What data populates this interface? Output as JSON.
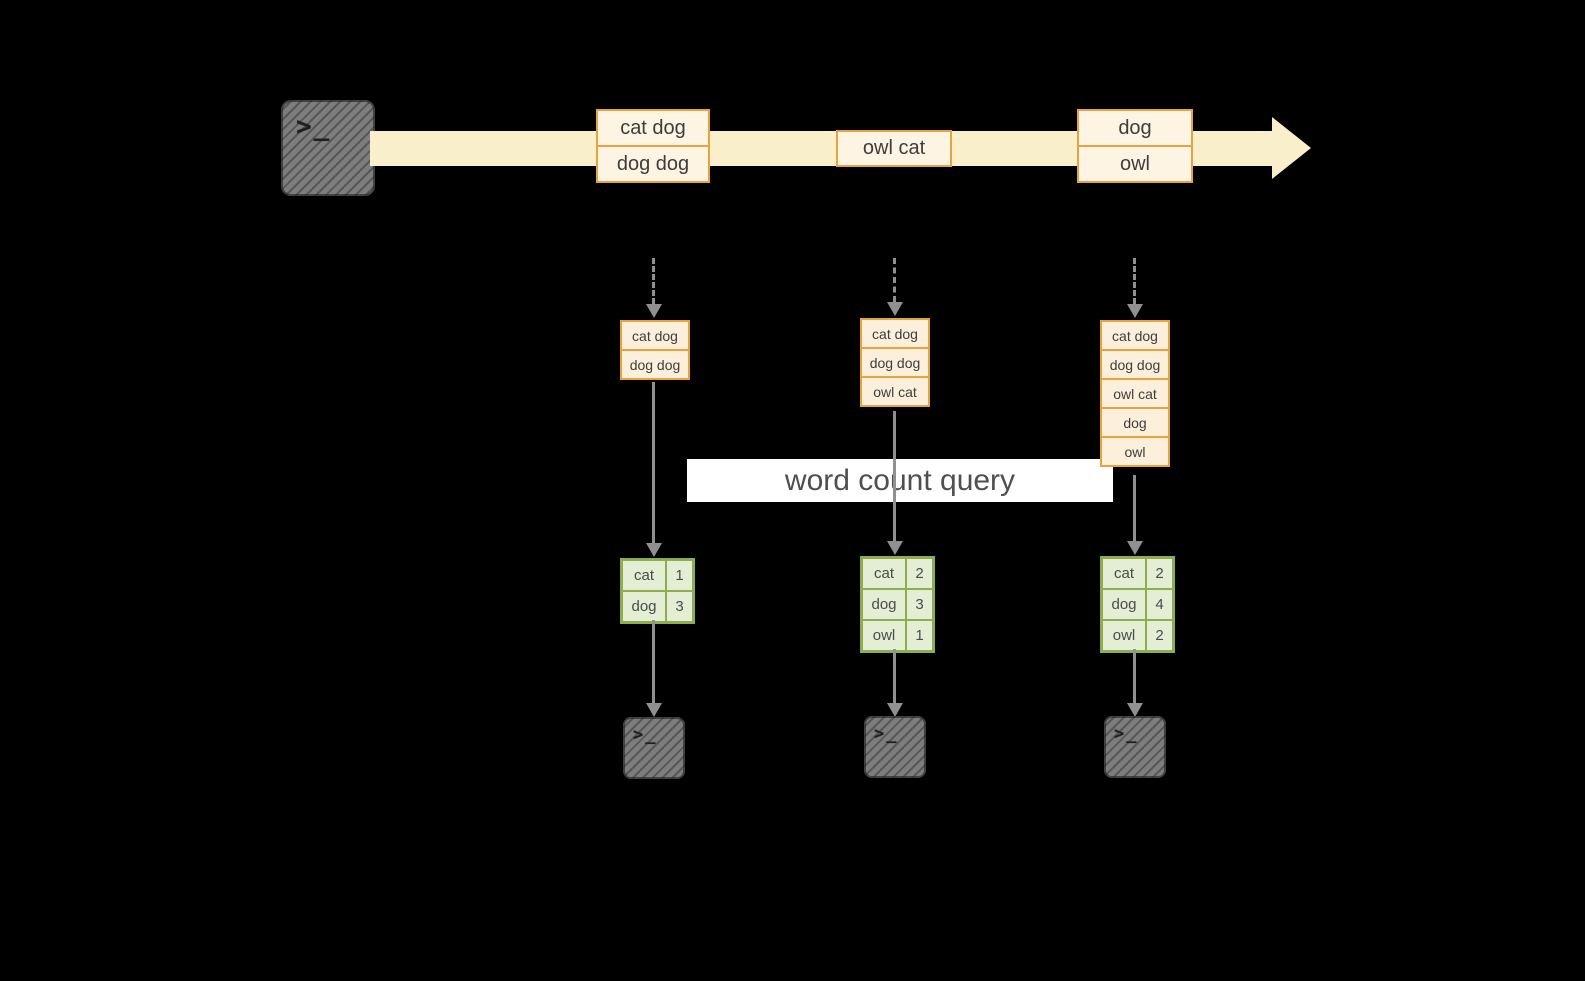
{
  "banner": {
    "label": "word count query"
  },
  "icons": {
    "terminal_prompt": ">_"
  },
  "stream": {
    "events": [
      {
        "rows": [
          "cat dog",
          "dog dog"
        ]
      },
      {
        "rows": [
          "owl cat"
        ]
      },
      {
        "rows": [
          "dog",
          "owl"
        ]
      }
    ]
  },
  "states": [
    {
      "rows": [
        "cat dog",
        "dog dog"
      ]
    },
    {
      "rows": [
        "cat dog",
        "dog dog",
        "owl cat"
      ]
    },
    {
      "rows": [
        "cat dog",
        "dog dog",
        "owl cat",
        "dog",
        "owl"
      ]
    }
  ],
  "counts": [
    {
      "rows": [
        {
          "word": "cat",
          "count": "1"
        },
        {
          "word": "dog",
          "count": "3"
        }
      ]
    },
    {
      "rows": [
        {
          "word": "cat",
          "count": "2"
        },
        {
          "word": "dog",
          "count": "3"
        },
        {
          "word": "owl",
          "count": "1"
        }
      ]
    },
    {
      "rows": [
        {
          "word": "cat",
          "count": "2"
        },
        {
          "word": "dog",
          "count": "4"
        },
        {
          "word": "owl",
          "count": "2"
        }
      ]
    }
  ],
  "colors": {
    "background": "#000000",
    "stream_fill": "#faefcb",
    "event_border": "#e8a33d",
    "event_fill": "#fdf4e3",
    "state_fill": "#fcf0dc",
    "table_border": "#8cae4f",
    "table_fill": "#e4eed4",
    "arrow_gray": "#909090",
    "banner_bg": "#ffffff",
    "banner_text": "#4f4f4f"
  }
}
